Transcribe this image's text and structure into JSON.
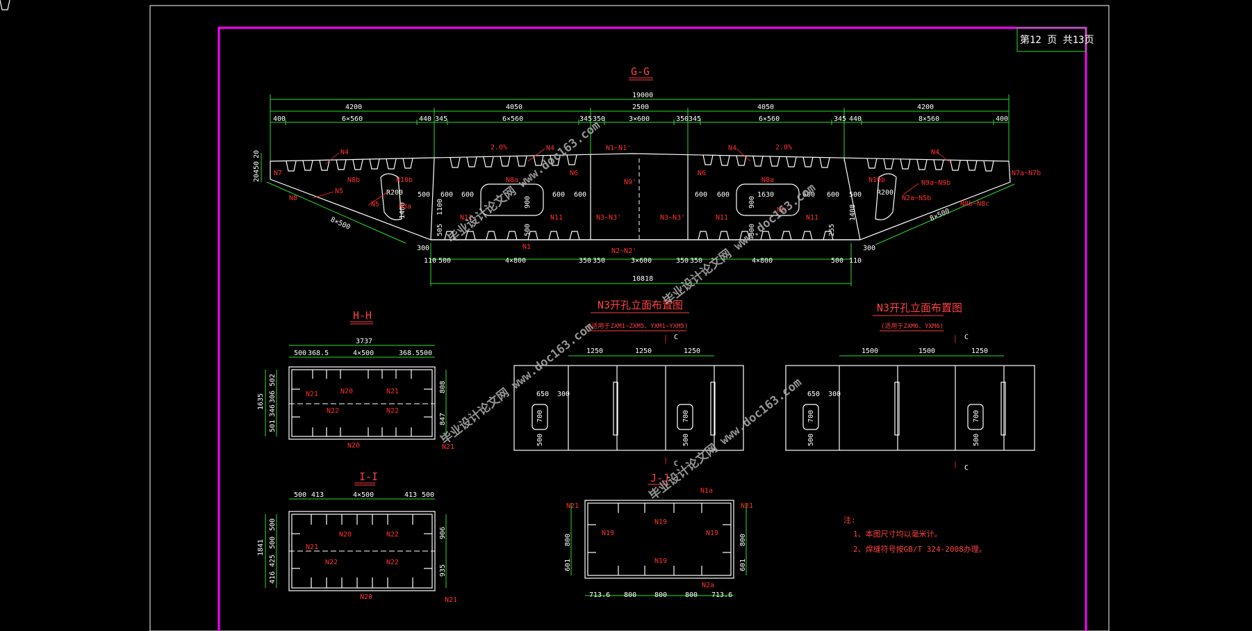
{
  "page_label": {
    "text": "第12 页  共13页"
  },
  "sections": {
    "gg": {
      "title": "G-G"
    },
    "hh": {
      "title": "H-H"
    },
    "ii": {
      "title": "I-I"
    },
    "jj": {
      "title": "J-J"
    },
    "n3a": {
      "title": "N3开孔立面布置图",
      "subtitle": "(适用于ZXM1~ZXM5、YXM1~YXM5)"
    },
    "n3b": {
      "title": "N3开孔立面布置图",
      "subtitle": "(适用于ZXM6、YXM6)"
    }
  },
  "gg_dims": {
    "total": "19000",
    "top_segments": [
      "4200",
      "4050",
      "2500",
      "4050",
      "4200"
    ],
    "top_sub": [
      "400",
      "6×560",
      "440",
      "345",
      "6×560",
      "345",
      "350",
      "3×600",
      "350",
      "345",
      "6×560",
      "345",
      "440",
      "8×560",
      "400"
    ],
    "bottom_sub": [
      "110",
      "500",
      "4×800",
      "350",
      "350",
      "3×600",
      "350",
      "350",
      "4×800",
      "500",
      "110"
    ],
    "bottom_total": "10818",
    "left_vert": [
      "20",
      "450",
      "20"
    ],
    "slope": "8×500",
    "inner": [
      "600",
      "600",
      "600",
      "600",
      "500",
      "600",
      "600",
      "1630",
      "600",
      "600",
      "500"
    ],
    "radius": "R200",
    "heights": [
      "1400",
      "1100",
      "900",
      "500",
      "505",
      "255",
      "300",
      "1408"
    ]
  },
  "gg_callouts": [
    "N4",
    "N4",
    "N4",
    "N4",
    "N1~N1'",
    "N7",
    "N8",
    "N5",
    "N5",
    "N6",
    "N6",
    "N8a",
    "N8a",
    "N8b",
    "N10b",
    "N10b",
    "N9'",
    "N3a",
    "N3~N3'",
    "N3~N3'",
    "N11",
    "N11",
    "N11",
    "N11",
    "N2~N2'",
    "N8'",
    "N7a~N7b",
    "N9a~N9b",
    "N8b~N8c",
    "N2a~N5b",
    "N1",
    "2.0%",
    "2.0%"
  ],
  "hh": {
    "top": [
      "3737",
      "500",
      "368.5",
      "4×500",
      "368.5",
      "500"
    ],
    "left": [
      "1635",
      "502",
      "306",
      "346",
      "501"
    ],
    "right": [
      "808",
      "847"
    ],
    "callouts": [
      "N20",
      "N22",
      "N21",
      "N22",
      "N21",
      "N20",
      "N21"
    ]
  },
  "ii": {
    "top": [
      "500",
      "413",
      "4×500",
      "413",
      "500"
    ],
    "left": [
      "1841",
      "500",
      "500",
      "425",
      "416"
    ],
    "right": [
      "906",
      "935"
    ],
    "callouts": [
      "N20",
      "N22",
      "N21",
      "N22",
      "N22",
      "N20",
      "N21"
    ]
  },
  "jj": {
    "bottom": [
      "713.6",
      "800",
      "800",
      "800",
      "713.6"
    ],
    "left": [
      "800",
      "601"
    ],
    "right": [
      "800",
      "601"
    ],
    "callouts": [
      "N1a",
      "N21",
      "N21",
      "N19",
      "N19",
      "N19",
      "N19",
      "N2a"
    ]
  },
  "n3a": {
    "top": [
      "1250",
      "1250",
      "1250"
    ],
    "hole": [
      "650",
      "300",
      "700",
      "500",
      "700",
      "500"
    ],
    "cut": "C"
  },
  "n3b": {
    "top": [
      "1500",
      "1500",
      "1250"
    ],
    "hole": [
      "650",
      "300",
      "700",
      "500",
      "700",
      "500"
    ],
    "cut": "C"
  },
  "notes": {
    "heading": "注:",
    "items": [
      "1、本图尺寸均以毫米计。",
      "2、焊缝符号按GB/T 324-2008办理。"
    ]
  },
  "watermark": {
    "text": "毕业设计论文网 www.doc163.com"
  },
  "colors": {
    "frame": "#ff00ff",
    "dimension": "#29e02b",
    "callout": "#ff3030",
    "outline": "#ffffff",
    "background": "#000000"
  }
}
